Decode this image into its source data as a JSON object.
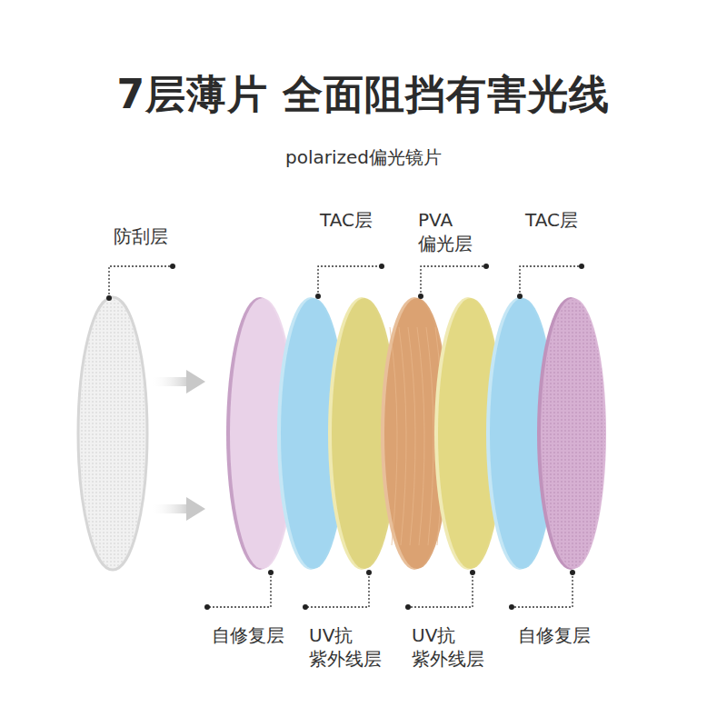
{
  "diagram": {
    "title": "7层薄片 全面阻挡有害光线",
    "labels": [
      "polarized偏光镜片",
      "防刮层",
      "TAC层",
      "PVA 偏光层",
      "TAC层",
      "自修复层",
      "UV抗 紫外线层",
      "UV抗 紫外线层",
      "自修复层"
    ]
  }
}
